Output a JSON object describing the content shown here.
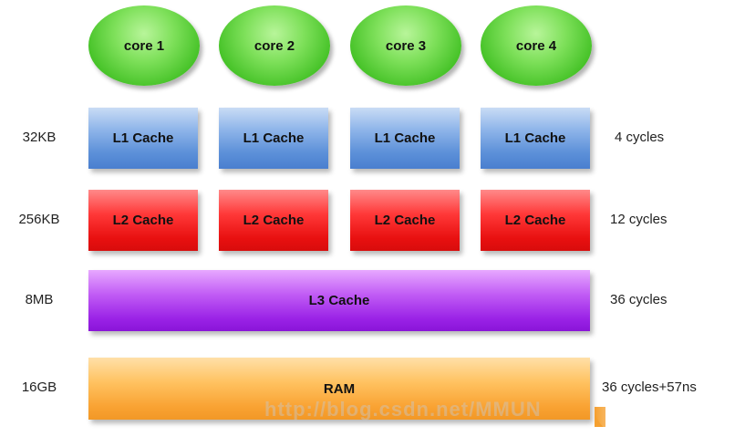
{
  "cores": [
    {
      "label": "core 1"
    },
    {
      "label": "core 2"
    },
    {
      "label": "core 3"
    },
    {
      "label": "core 4"
    }
  ],
  "l1": {
    "label": "L1 Cache",
    "size": "32KB",
    "latency": "4 cycles"
  },
  "l2": {
    "label": "L2 Cache",
    "size": "256KB",
    "latency": "12 cycles"
  },
  "l3": {
    "label": "L3 Cache",
    "size": "8MB",
    "latency": "36 cycles"
  },
  "ram": {
    "label": "RAM",
    "size": "16GB",
    "latency": "36 cycles+57ns"
  },
  "watermark": "http://blog.csdn.net/MMUN",
  "colors": {
    "core": "#45c227",
    "l1": "#5b8fd8",
    "l2": "#e81010",
    "l3": "#9a22e6",
    "ram": "#f9a232"
  }
}
